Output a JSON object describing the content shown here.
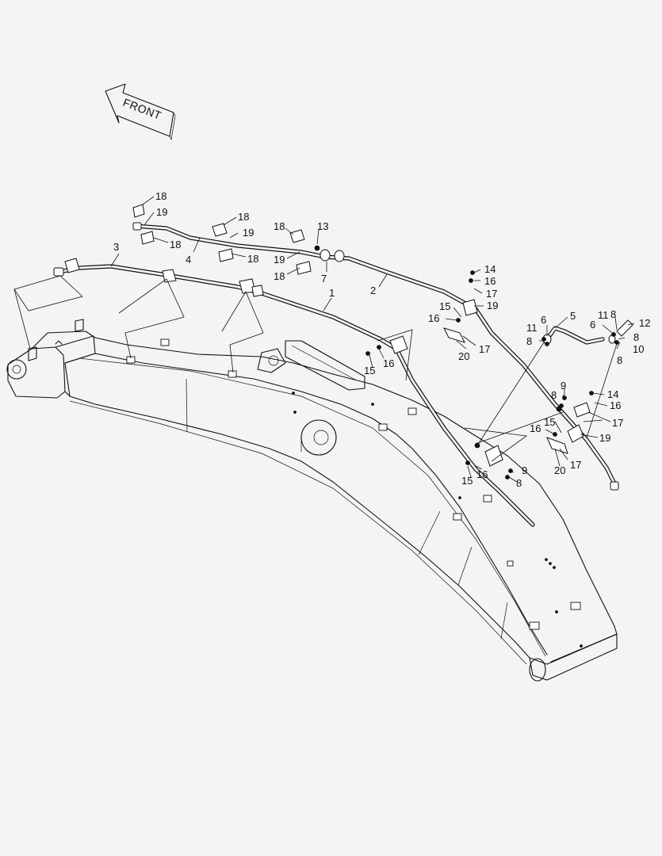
{
  "direction_label": "FRONT",
  "callouts": [
    {
      "id": "c1",
      "text": "1"
    },
    {
      "id": "c2",
      "text": "2"
    },
    {
      "id": "c3",
      "text": "3"
    },
    {
      "id": "c4",
      "text": "4"
    },
    {
      "id": "c5",
      "text": "5"
    },
    {
      "id": "c6a",
      "text": "6"
    },
    {
      "id": "c6b",
      "text": "6"
    },
    {
      "id": "c7",
      "text": "7"
    },
    {
      "id": "c8a",
      "text": "8"
    },
    {
      "id": "c8b",
      "text": "8"
    },
    {
      "id": "c8c",
      "text": "8"
    },
    {
      "id": "c8d",
      "text": "8"
    },
    {
      "id": "c8e",
      "text": "8"
    },
    {
      "id": "c8f",
      "text": "8"
    },
    {
      "id": "c9a",
      "text": "9"
    },
    {
      "id": "c9b",
      "text": "9"
    },
    {
      "id": "c10",
      "text": "10"
    },
    {
      "id": "c11a",
      "text": "11"
    },
    {
      "id": "c11b",
      "text": "11"
    },
    {
      "id": "c12",
      "text": "12"
    },
    {
      "id": "c13",
      "text": "13"
    },
    {
      "id": "c14a",
      "text": "14"
    },
    {
      "id": "c14b",
      "text": "14"
    },
    {
      "id": "c15a",
      "text": "15"
    },
    {
      "id": "c15b",
      "text": "15"
    },
    {
      "id": "c15c",
      "text": "15"
    },
    {
      "id": "c15d",
      "text": "15"
    },
    {
      "id": "c16a",
      "text": "16"
    },
    {
      "id": "c16b",
      "text": "16"
    },
    {
      "id": "c16c",
      "text": "16"
    },
    {
      "id": "c16d",
      "text": "16"
    },
    {
      "id": "c16e",
      "text": "16"
    },
    {
      "id": "c16f",
      "text": "16"
    },
    {
      "id": "c17a",
      "text": "17"
    },
    {
      "id": "c17b",
      "text": "17"
    },
    {
      "id": "c17c",
      "text": "17"
    },
    {
      "id": "c17d",
      "text": "17"
    },
    {
      "id": "c18a",
      "text": "18"
    },
    {
      "id": "c18b",
      "text": "18"
    },
    {
      "id": "c18c",
      "text": "18"
    },
    {
      "id": "c18d",
      "text": "18"
    },
    {
      "id": "c18e",
      "text": "18"
    },
    {
      "id": "c18f",
      "text": "18"
    },
    {
      "id": "c19a",
      "text": "19"
    },
    {
      "id": "c19b",
      "text": "19"
    },
    {
      "id": "c19c",
      "text": "19"
    },
    {
      "id": "c19d",
      "text": "19"
    },
    {
      "id": "c19e",
      "text": "19"
    },
    {
      "id": "c20a",
      "text": "20"
    },
    {
      "id": "c20b",
      "text": "20"
    }
  ]
}
